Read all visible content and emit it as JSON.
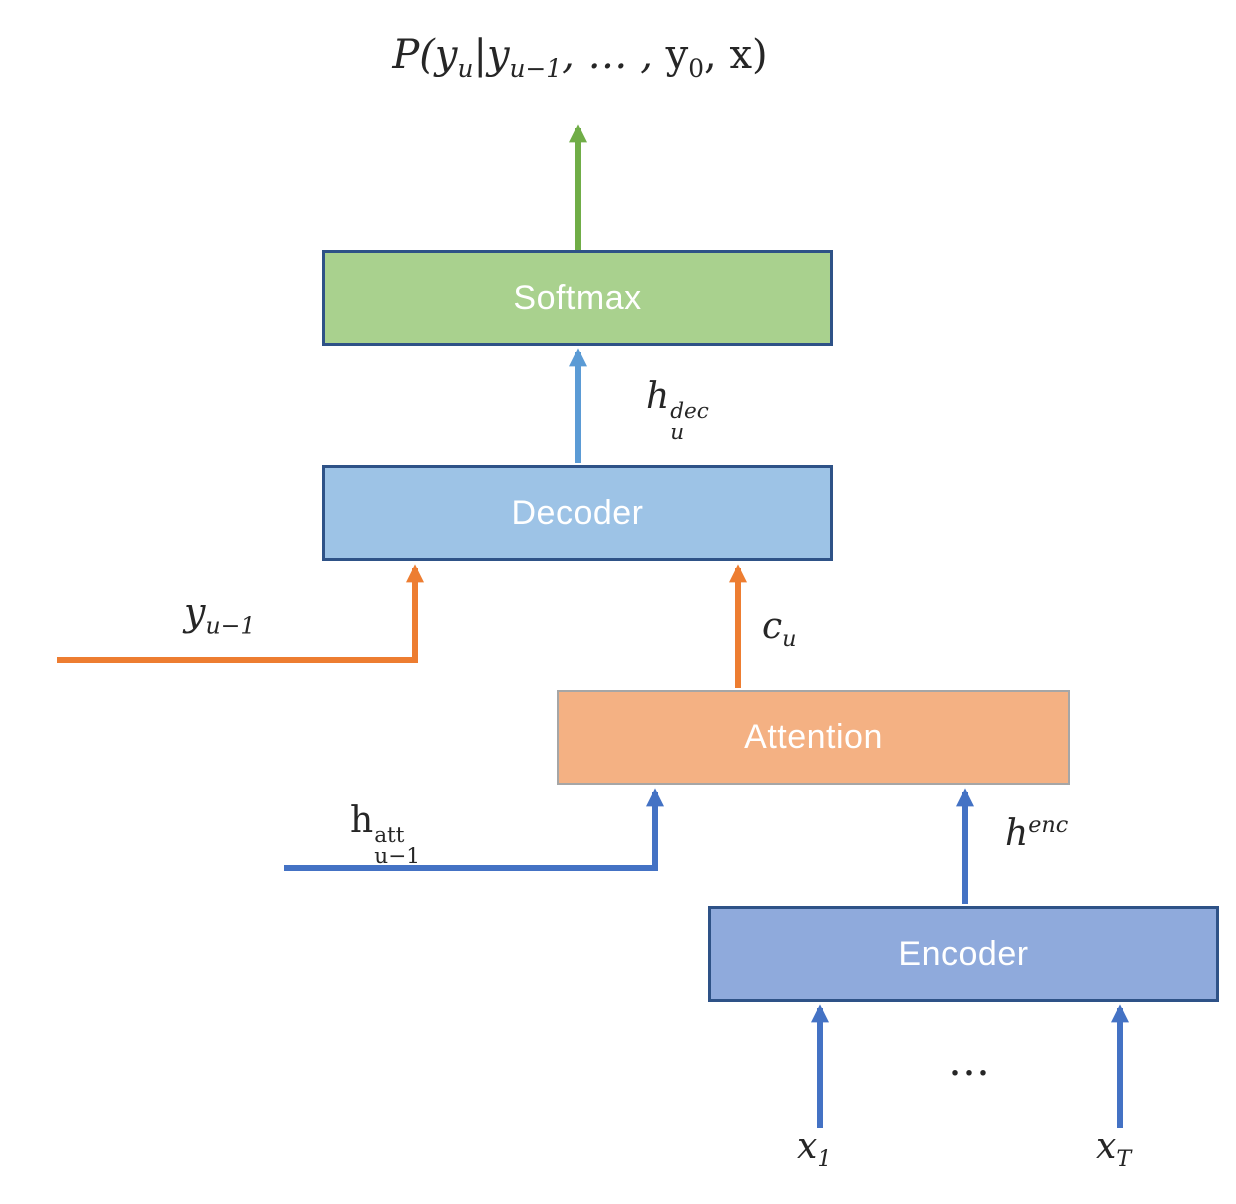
{
  "title": "Attention-based encoder-decoder diagram",
  "colors": {
    "green_arrow": "#70ad47",
    "light_blue_arrow": "#5b9bd5",
    "orange_arrow": "#ed7d31",
    "blue_arrow": "#4472c4",
    "softmax_fill": "#a9d18e",
    "decoder_fill": "#9dc3e6",
    "attention_fill": "#f4b183",
    "encoder_fill": "#8faadc",
    "box_border_dark_blue": "#2e5287",
    "attention_border_gray": "#a6a6a6",
    "box_text": "#ffffff",
    "math_text": "#262626"
  },
  "formula": {
    "seg1": "P(y",
    "sub1": "u",
    "seg2": "|y",
    "sub2": "u−1",
    "seg3": ", … , ",
    "seg4": "y",
    "sub3": "0",
    "seg5": ", x)"
  },
  "boxes": {
    "softmax": {
      "label": "Softmax"
    },
    "decoder": {
      "label": "Decoder"
    },
    "attention": {
      "label": "Attention"
    },
    "encoder": {
      "label": "Encoder"
    }
  },
  "labels": {
    "decoder_hidden": {
      "base": "h",
      "sup": "dec",
      "sub": "u"
    },
    "prev_output": {
      "base": "y",
      "sub": "u−1"
    },
    "context": {
      "base": "c",
      "sub": "u"
    },
    "attention_hidden": {
      "base": "h",
      "sup": "att",
      "sub": "u−1"
    },
    "encoder_hidden": {
      "base": "h",
      "sup": "enc"
    },
    "input_first": {
      "base": "x",
      "sub": "1"
    },
    "input_last": {
      "base": "x",
      "sub": "T"
    },
    "ellipsis": "…"
  }
}
